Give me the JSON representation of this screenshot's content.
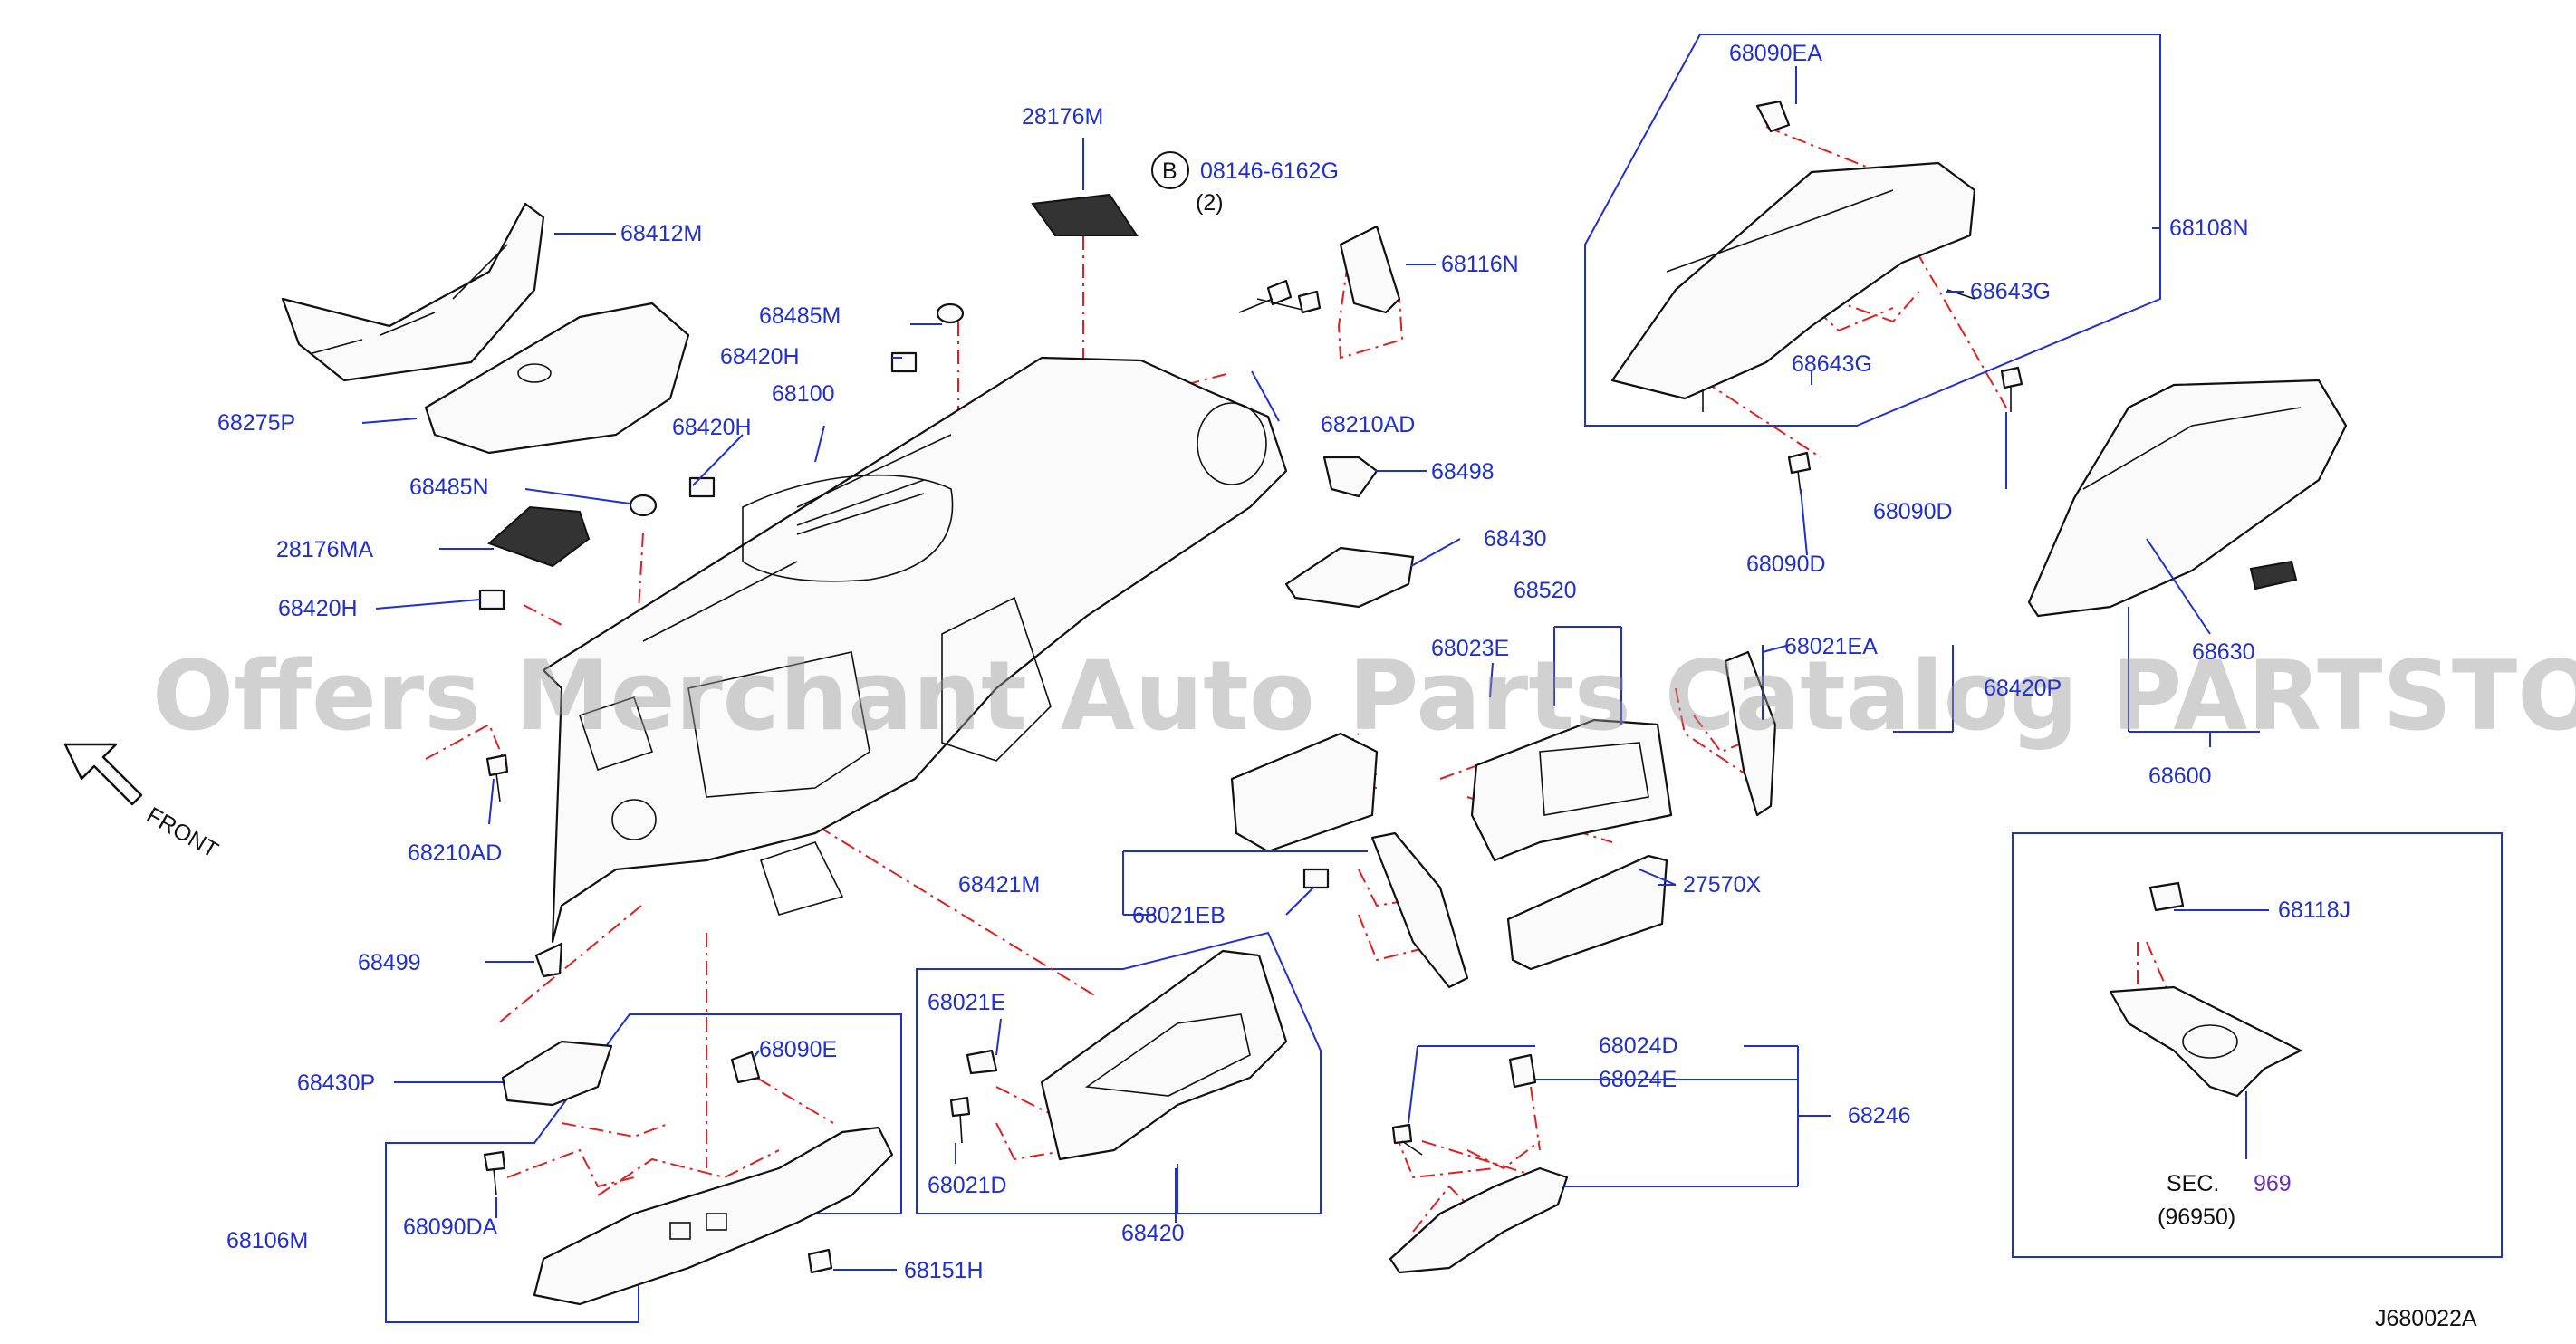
{
  "labels": {
    "p68090EA": "68090EA",
    "p28176M": "28176M",
    "b_marker": "B",
    "p08146": "08146-6162G",
    "qty2": "(2)",
    "p68116N": "68116N",
    "p68108N": "68108N",
    "p68412M": "68412M",
    "p68643G_a": "68643G",
    "p68485M": "68485M",
    "p68643G_b": "68643G",
    "p68420H_a": "68420H",
    "p68100": "68100",
    "p68210AD_a": "68210AD",
    "p68275P": "68275P",
    "p68420H_b": "68420H",
    "p68498": "68498",
    "p68090D_a": "68090D",
    "p68485N": "68485N",
    "p68090D_b": "68090D",
    "p28176MA": "28176MA",
    "p68430": "68430",
    "p68520": "68520",
    "p68420H_c": "68420H",
    "p68630": "68630",
    "p68023E": "68023E",
    "p68021EA": "68021EA",
    "p68420P": "68420P",
    "p68600": "68600",
    "p68210AD_b": "68210AD",
    "p68421M": "68421M",
    "p27570X": "27570X",
    "p68021EB": "68021EB",
    "p68118J": "68118J",
    "p68499": "68499",
    "p68021E": "68021E",
    "p68090E": "68090E",
    "p68024D": "68024D",
    "p68430P": "68430P",
    "p68024E": "68024E",
    "p68246": "68246",
    "p68021D": "68021D",
    "p68106M": "68106M",
    "p68090DA": "68090DA",
    "p68420_lower": "68420",
    "sec": "SEC.",
    "sec_num": "969",
    "sec_sub": "(96950)",
    "p68151H": "68151H",
    "front": "FRONT",
    "diagram_code": "J680022A"
  },
  "watermark": "Offers Merchant Auto Parts Catalog PARTSTORE.SA",
  "colors": {
    "label_blue": "#1f2fd0",
    "callout_red": "#e02020",
    "section_purple": "#6a2fb8",
    "watermark_gray": "#9a9a9a"
  }
}
